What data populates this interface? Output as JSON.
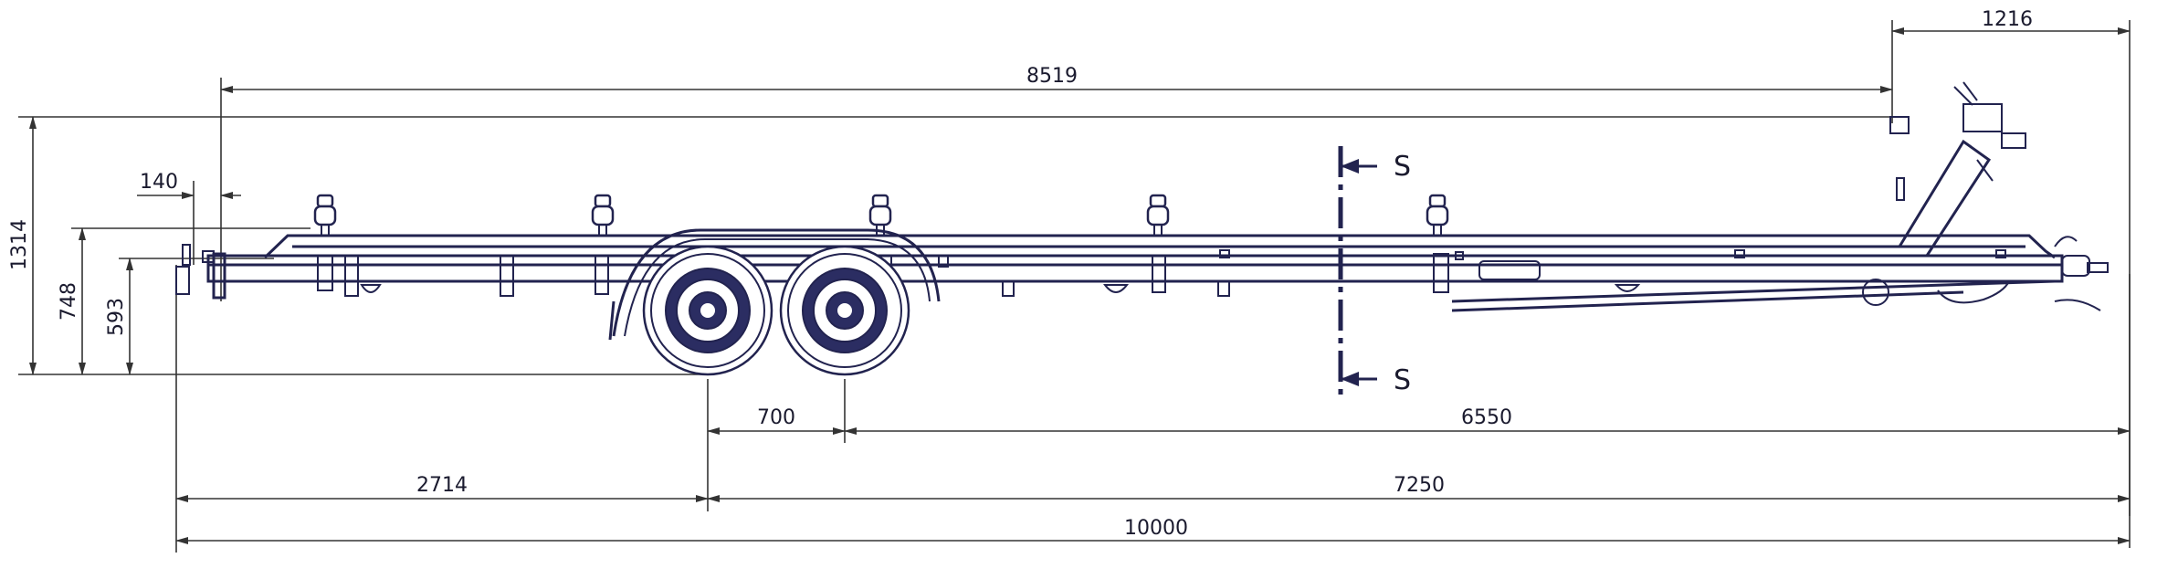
{
  "dimensions": {
    "d_1216": "1216",
    "d_8519": "8519",
    "d_140": "140",
    "d_1314": "1314",
    "d_748": "748",
    "d_593": "593",
    "d_700": "700",
    "d_6550": "6550",
    "d_2714": "2714",
    "d_7250": "7250",
    "d_10000": "10000"
  },
  "section": {
    "marker_top": "S",
    "marker_bottom": "S"
  },
  "colors": {
    "drawing_line": "#22234f",
    "dimension_line": "#333333"
  }
}
